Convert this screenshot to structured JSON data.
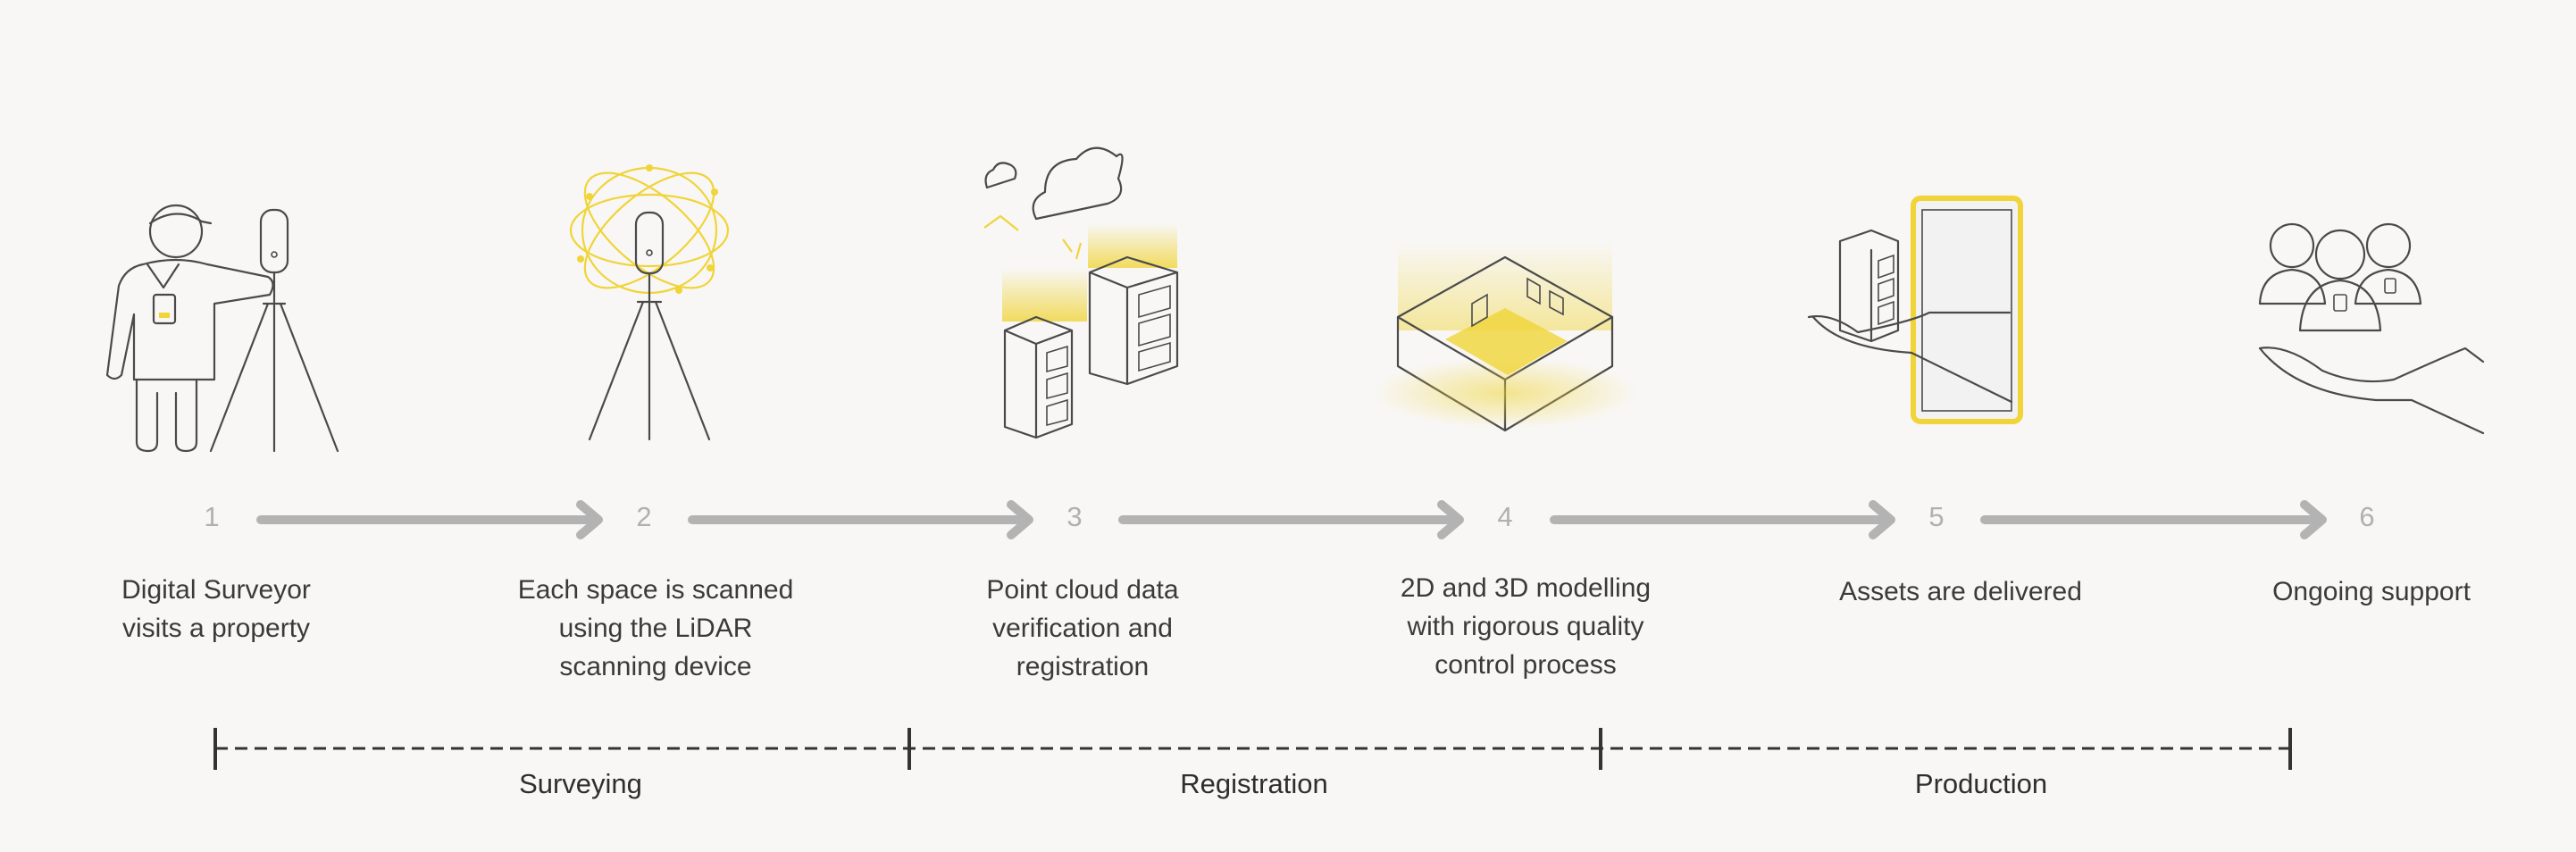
{
  "steps": [
    {
      "number": "1",
      "label": "Digital Surveyor\nvisits a property",
      "icon": "surveyor-icon"
    },
    {
      "number": "2",
      "label": "Each space is scanned\nusing the LiDAR\nscanning device",
      "icon": "lidar-scanner-icon"
    },
    {
      "number": "3",
      "label": "Point cloud data\nverification and\nregistration",
      "icon": "cloud-buildings-icon"
    },
    {
      "number": "4",
      "label": "2D and 3D modelling\nwith rigorous quality\ncontrol process",
      "icon": "room-model-icon"
    },
    {
      "number": "5",
      "label": "Assets are delivered",
      "icon": "tablet-delivery-icon"
    },
    {
      "number": "6",
      "label": "Ongoing support",
      "icon": "team-support-icon"
    }
  ],
  "phases": [
    {
      "label": "Surveying"
    },
    {
      "label": "Registration"
    },
    {
      "label": "Production"
    }
  ],
  "colors": {
    "accent": "#f0d438",
    "arrow": "#b3b3b3",
    "line": "#333333",
    "number": "#b0b0b0"
  }
}
